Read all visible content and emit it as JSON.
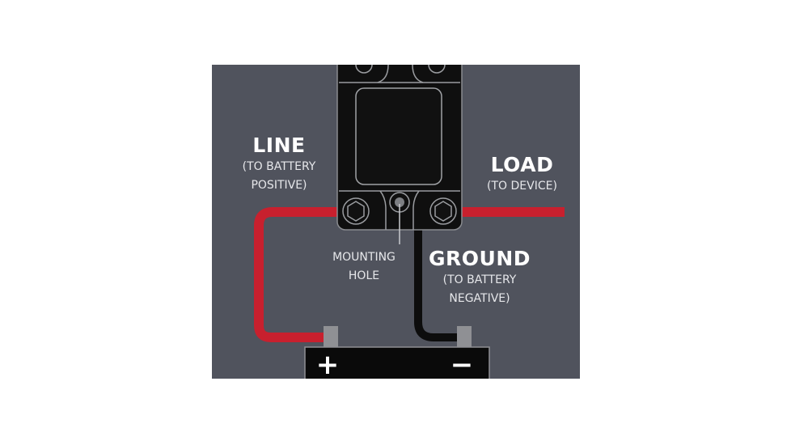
{
  "diagram": {
    "labels": {
      "line": {
        "title": "LINE",
        "sub1": "(TO BATTERY",
        "sub2": "POSITIVE)"
      },
      "load": {
        "title": "LOAD",
        "sub1": "(TO DEVICE)"
      },
      "ground": {
        "title": "GROUND",
        "sub1": "(TO BATTERY",
        "sub2": "NEGATIVE)"
      },
      "mounting_hole": {
        "line1": "MOUNTING",
        "line2": "HOLE"
      }
    },
    "battery": {
      "positive_symbol": "+",
      "negative_symbol": "−"
    },
    "colors": {
      "background": "#50535d",
      "red_wire": "#c8202e",
      "black_wire": "#0d0d0d",
      "device_body": "#0f0f0f",
      "device_outline": "#9a9ca0",
      "terminal": "#8f9094"
    }
  }
}
